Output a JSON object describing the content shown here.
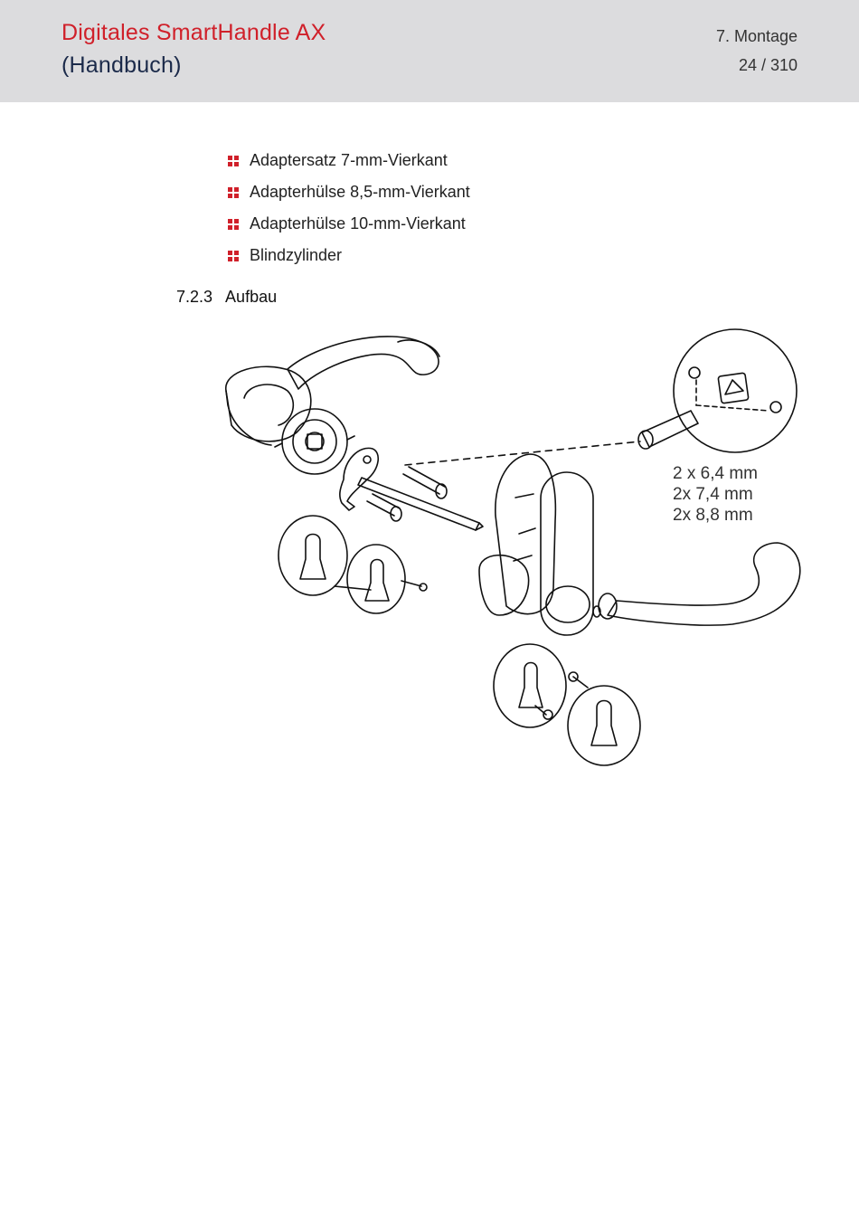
{
  "header": {
    "title_line1": "Digitales SmartHandle AX",
    "title_line2": "(Handbuch)",
    "chapter": "7. Montage",
    "page": "24 / 310",
    "colors": {
      "background": "#dcdcde",
      "title_accent": "#d0202a",
      "title_dark": "#1b2a4a"
    }
  },
  "list": {
    "bullet_color": "#d0202a",
    "items": [
      "Adaptersatz 7-mm-Vierkant",
      "Adapterhülse 8,5-mm-Vierkant",
      "Adapterhülse 10-mm-Vierkant",
      "Blindzylinder"
    ]
  },
  "section": {
    "number": "7.2.3",
    "title": "Aufbau"
  },
  "figure": {
    "dimensions": [
      "2 x 6,4 mm",
      "2x 7,4 mm",
      "2x 8,8 mm"
    ]
  }
}
